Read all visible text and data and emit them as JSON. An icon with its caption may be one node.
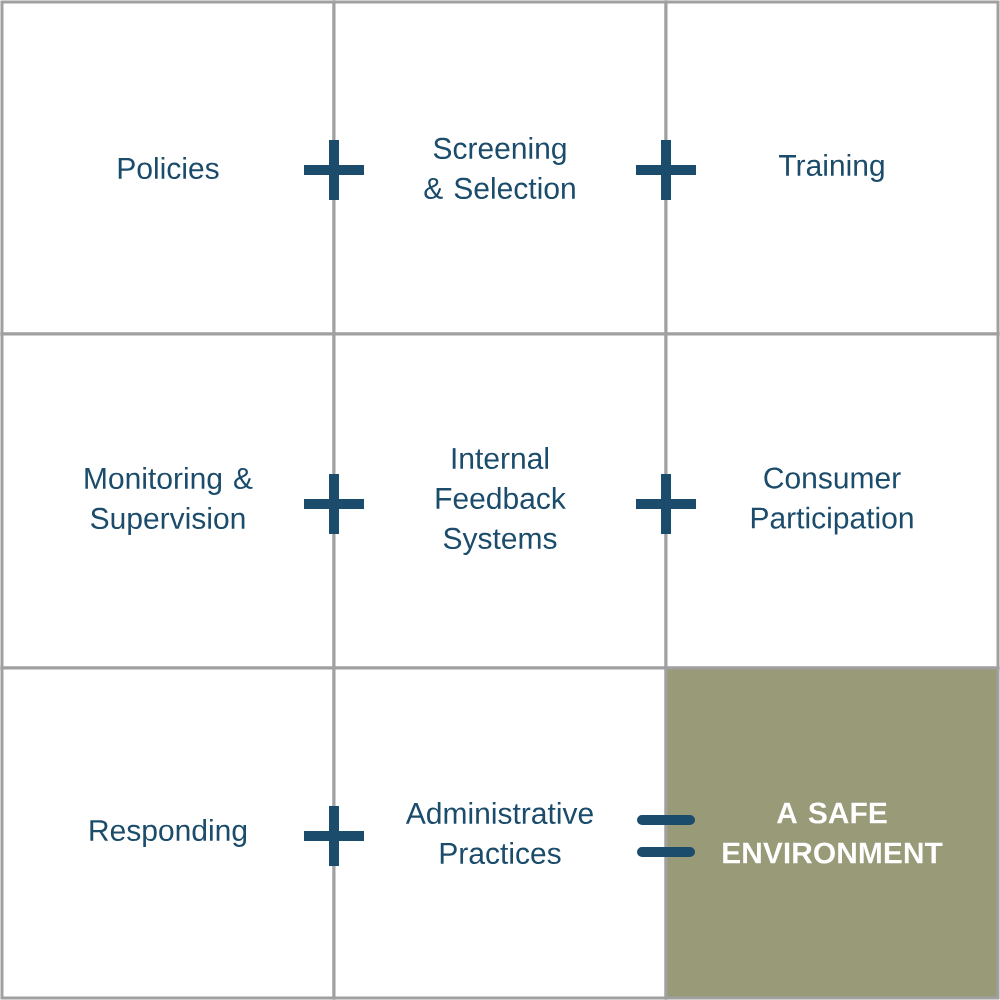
{
  "diagram": {
    "nodes": [
      {
        "text": [
          "Policies"
        ]
      },
      {
        "text": [
          "Screening & Selection"
        ]
      },
      {
        "text": [
          "Training"
        ]
      },
      {
        "text": [
          "Monitoring & Supervision"
        ]
      },
      {
        "text": [
          "Internal Feedback Systems"
        ]
      },
      {
        "text": [
          "Consumer Participation"
        ]
      },
      {
        "text": [
          "Responding"
        ]
      },
      {
        "text": [
          "Administrative Practices"
        ]
      },
      {
        "text": [
          "A SAFE ENVIRONMENT"
        ]
      }
    ]
  }
}
